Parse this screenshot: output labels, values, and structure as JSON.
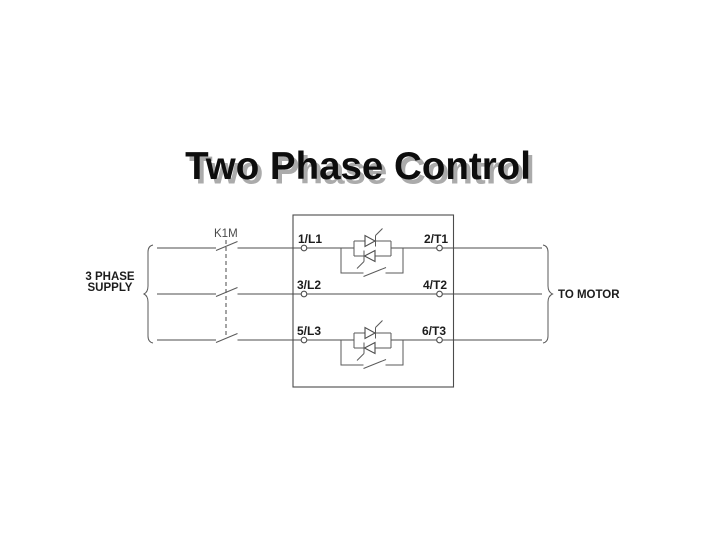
{
  "slide": {
    "title": "Two Phase Control",
    "background_color": "#ffffff",
    "title_color": "#0d0d0d",
    "title_shadow_color": "#ababab"
  },
  "diagram": {
    "line_color": "#4c4c4c",
    "supply_label_line1": "3 PHASE",
    "supply_label_line2": "SUPPLY",
    "contactor_label": "K1M",
    "motor_label": "TO MOTOR",
    "terminals": {
      "input": [
        "1/L1",
        "3/L2",
        "5/L3"
      ],
      "output": [
        "2/T1",
        "4/T2",
        "6/T3"
      ]
    },
    "components": {
      "contactor": "3-pole contactor K1M with mechanical linkage (dashed)",
      "controller": "soft starter with anti-parallel thyristor pairs and bypass contacts on phases L1 and L3, phase L2 straight through"
    }
  }
}
